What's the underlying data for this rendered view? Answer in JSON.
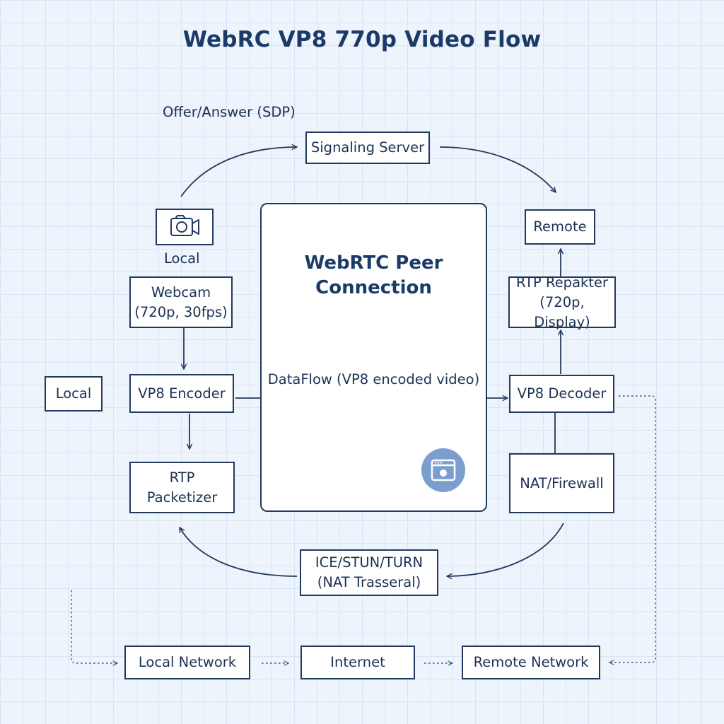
{
  "diagram": {
    "title": "WebRC VP8 770p Video Flow",
    "signaling_caption": "Offer/Answer (SDP)",
    "signaling_server": "Signaling Server",
    "remote": "Remote",
    "local_caption": "Local",
    "webcam": [
      "Webcam",
      "(720p, 30fps)"
    ],
    "local_side_label": "Local",
    "vp8_encoder": "VP8 Encoder",
    "rtp_packetizer": [
      "RTP",
      "Packetizer"
    ],
    "peer_connection": [
      "WebRTC Peer",
      "Connection"
    ],
    "dataflow": "DataFlow (VP8 encoded video)",
    "rtp_repakter": [
      "RTP Repakter",
      "(720p, Display)"
    ],
    "vp8_decoder": "VP8 Decoder",
    "nat_firewall": "NAT/Firewall",
    "ice": [
      "ICE/STUN/TURN",
      "(NAT Trasseral)"
    ],
    "local_network": "Local Network",
    "internet": "Internet",
    "remote_network": "Remote Network"
  },
  "icons": {
    "camera": "video-camera-icon",
    "peer": "browser-window-icon"
  },
  "colors": {
    "ink": "#23395e",
    "title": "#1b3a68",
    "icon_fill": "#7b9dd0",
    "background": "#eef4fb"
  }
}
